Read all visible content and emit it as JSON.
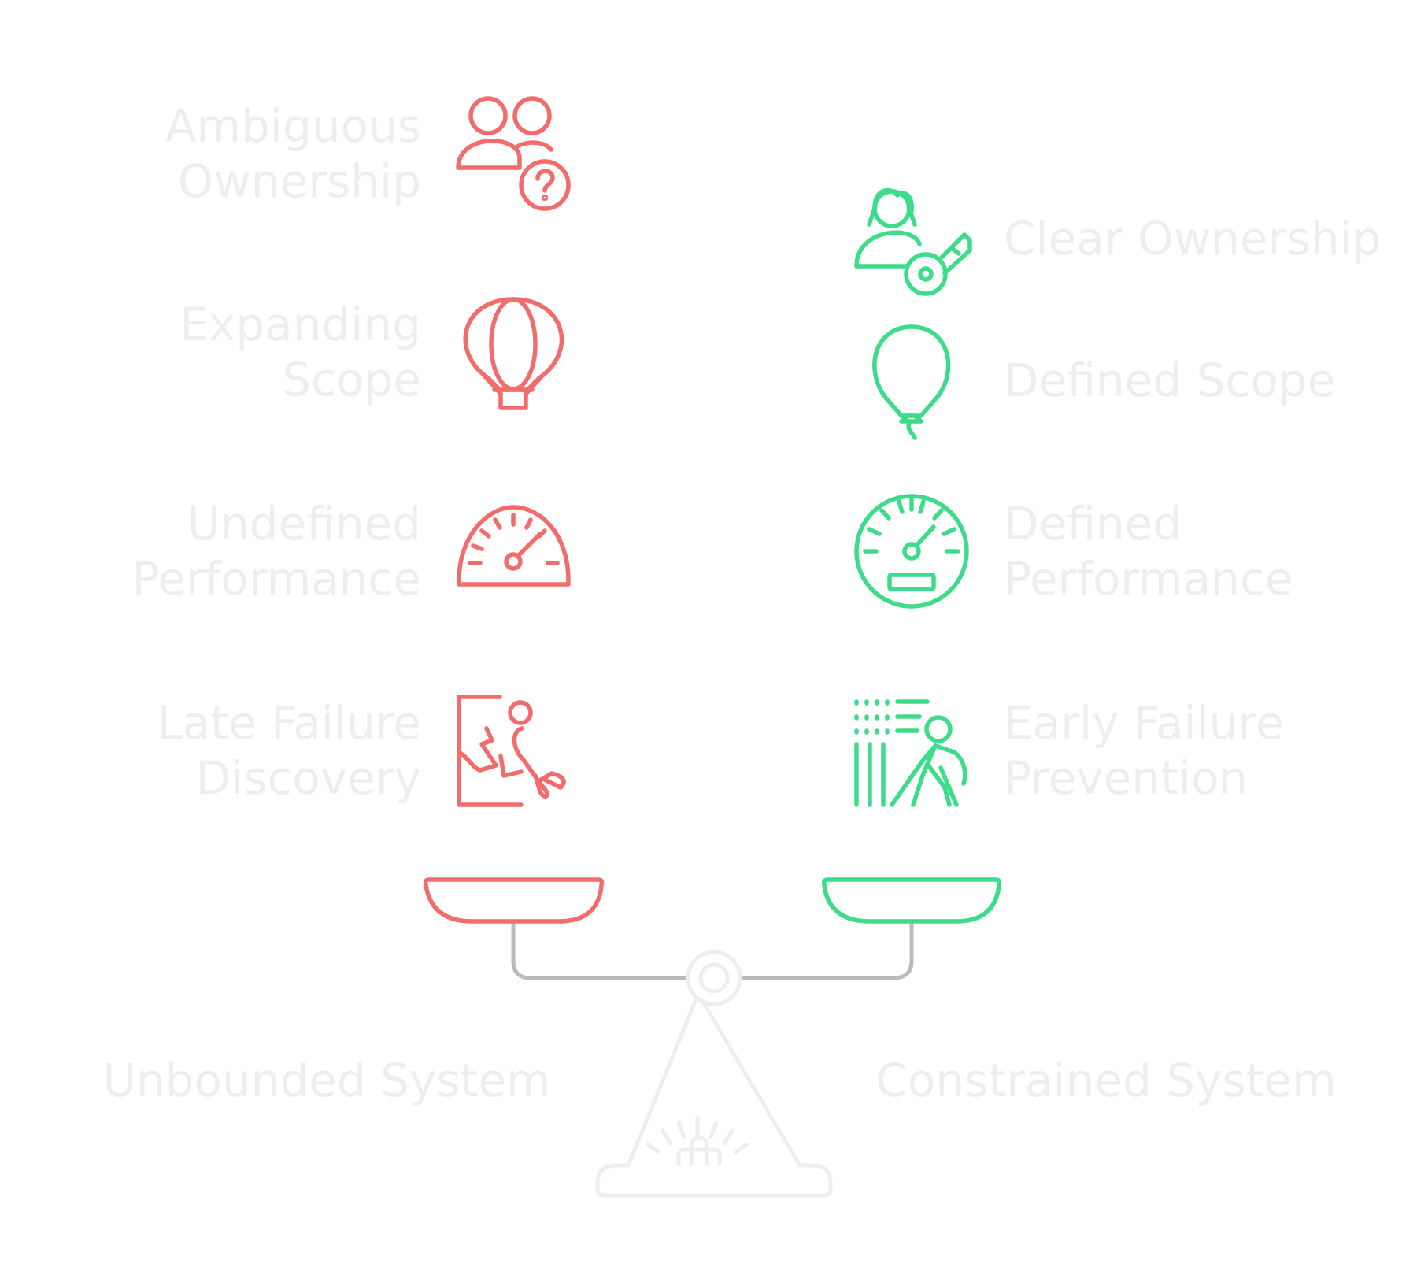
{
  "left": {
    "items": [
      {
        "label": "Ambiguous\nOwnership",
        "icon": "users-question-icon"
      },
      {
        "label": "Expanding\nScope",
        "icon": "hot-air-balloon-icon"
      },
      {
        "label": "Undefined\nPerformance",
        "icon": "speedometer-icon"
      },
      {
        "label": "Late Failure\nDiscovery",
        "icon": "person-falling-door-icon"
      }
    ],
    "title": "Unbounded System",
    "color": "#f26c6c"
  },
  "right": {
    "items": [
      {
        "label": "Clear Ownership",
        "icon": "person-key-icon"
      },
      {
        "label": "Defined Scope",
        "icon": "balloon-icon"
      },
      {
        "label": "Defined\nPerformance",
        "icon": "gauge-icon"
      },
      {
        "label": "Early Failure\nPrevention",
        "icon": "person-walking-cane-icon"
      }
    ],
    "title": "Constrained System",
    "color": "#3ddc8b"
  },
  "colors": {
    "scale": "#bbbbbb",
    "base": "#eeeeee",
    "label": "#eeeeee"
  }
}
